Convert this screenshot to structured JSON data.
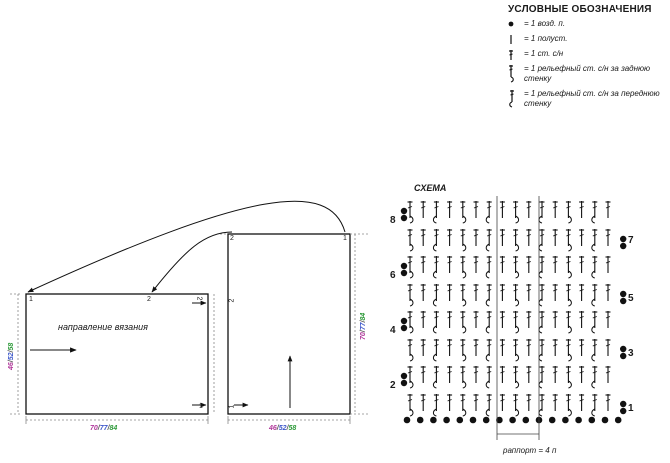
{
  "legend": {
    "title": "УСЛОВНЫЕ ОБОЗНАЧЕНИЯ",
    "items": [
      {
        "icon": "chain-stitch-icon",
        "text": "= 1 возд. п."
      },
      {
        "icon": "slip-stitch-icon",
        "text": "= 1 полуст."
      },
      {
        "icon": "double-crochet-icon",
        "text": "= 1 ст. с/н"
      },
      {
        "icon": "back-post-dc-icon",
        "text": "= 1 рельефный ст. с/н за заднюю стенку"
      },
      {
        "icon": "front-post-dc-icon",
        "text": "= 1 рельефный ст. с/н за переднюю стенку"
      }
    ]
  },
  "left_panel": {
    "direction_label": "направление вязания",
    "width_sizes": [
      "70",
      "77",
      "84"
    ],
    "height_sizes": [
      "46",
      "52",
      "58"
    ],
    "corner_labels": [
      "1",
      "2",
      "2",
      "1"
    ]
  },
  "right_panel": {
    "width_sizes": [
      "46",
      "52",
      "58"
    ],
    "height_sizes": [
      "70",
      "77",
      "84"
    ],
    "corner_labels": [
      "2",
      "1",
      "2",
      "1"
    ]
  },
  "scheme": {
    "title": "СХЕМА",
    "left_rows": [
      "8",
      "6",
      "4",
      "2"
    ],
    "right_rows": [
      "7",
      "5",
      "3",
      "1"
    ],
    "rapport": "раппорт = 4 п"
  },
  "colors": {
    "size1": "#b0369a",
    "size2": "#3a55c9",
    "size3": "#2e9a3a"
  }
}
